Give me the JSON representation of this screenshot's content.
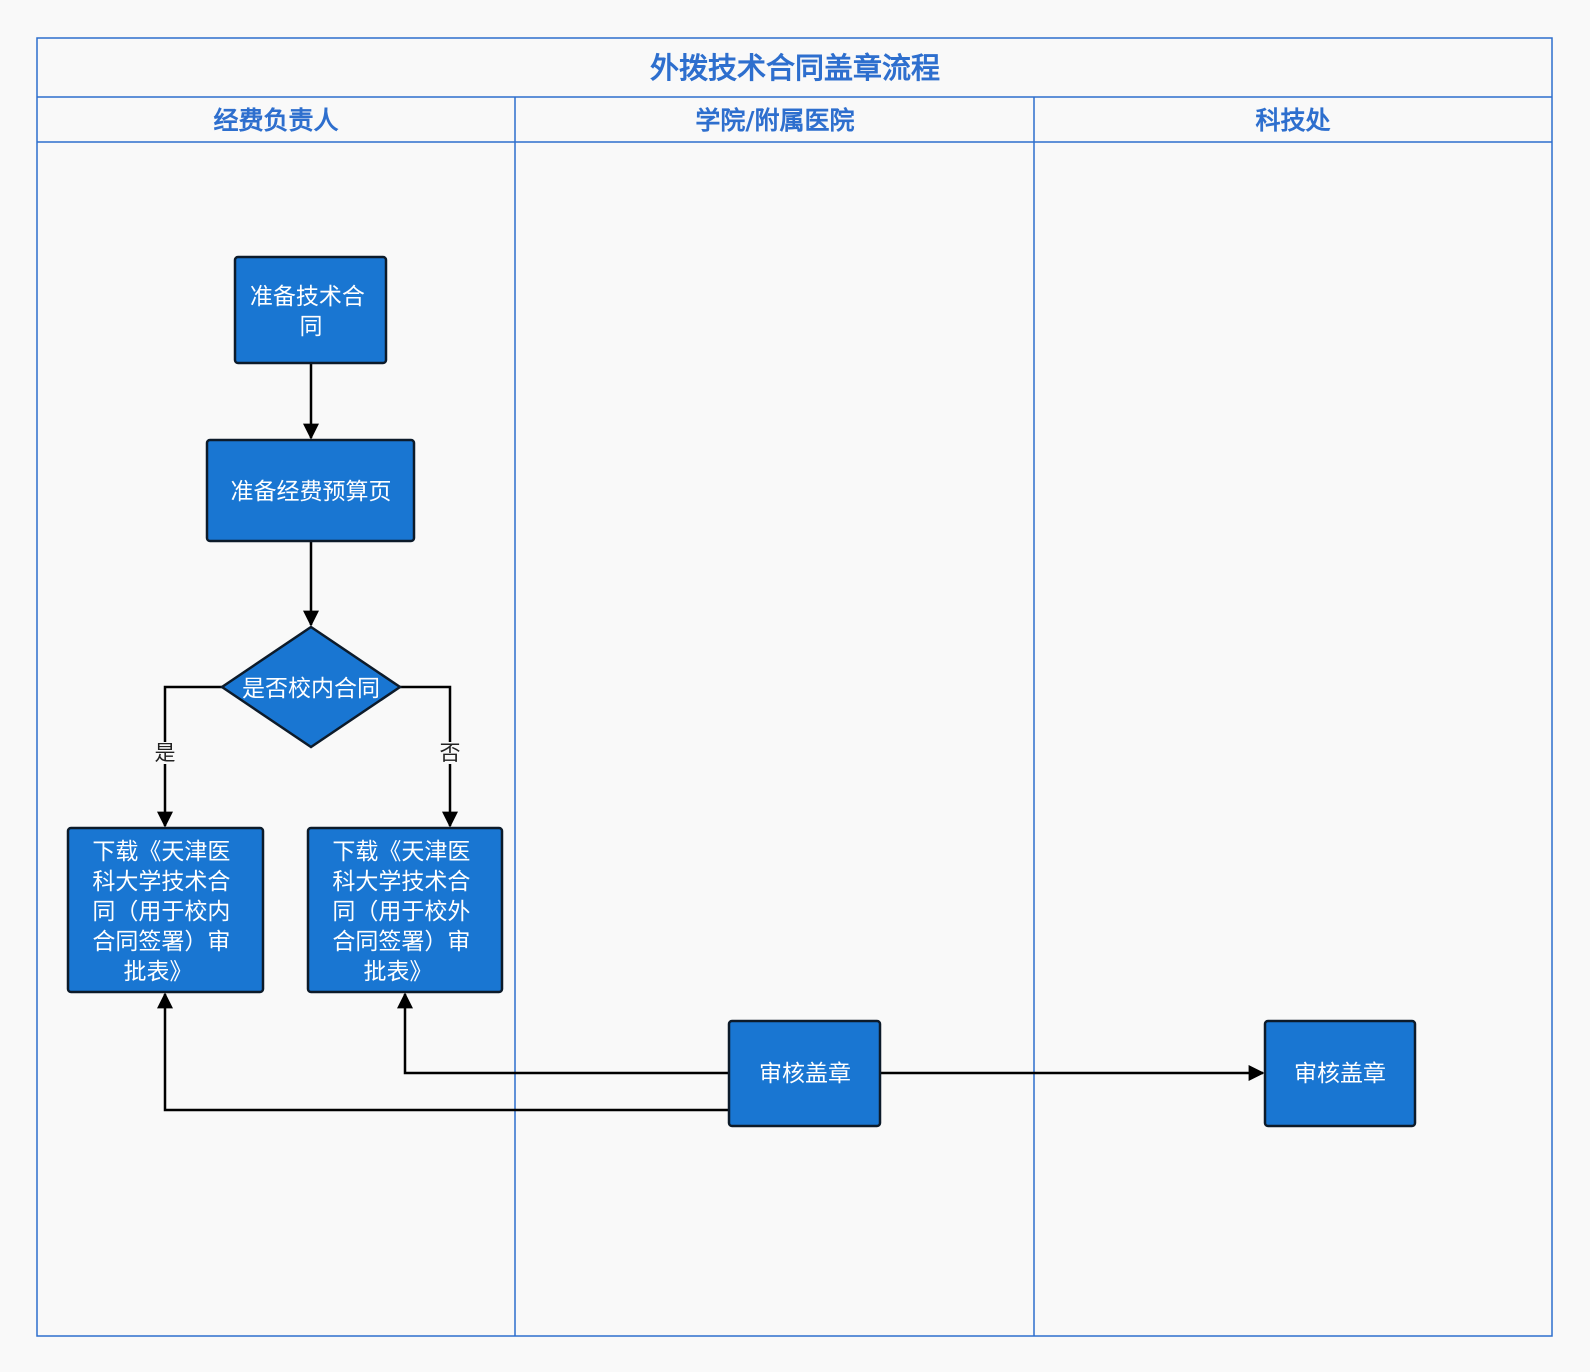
{
  "title": "外拨技术合同盖章流程",
  "lanes": [
    {
      "label": "经费负责人"
    },
    {
      "label": "学院/附属医院"
    },
    {
      "label": "科技处"
    }
  ],
  "nodes": {
    "prepare_contract": {
      "lines": [
        "准备技术合",
        "同"
      ]
    },
    "prepare_budget": {
      "lines": [
        "准备经费预算页"
      ]
    },
    "decision": {
      "lines": [
        "是否校内合同"
      ]
    },
    "download_internal": {
      "lines": [
        "下载《天津医",
        "科大学技术合",
        "同（用于校内",
        "合同签署）审",
        "批表》"
      ]
    },
    "download_external": {
      "lines": [
        "下载《天津医",
        "科大学技术合",
        "同（用于校外",
        "合同签署）审",
        "批表》"
      ]
    },
    "college_review": {
      "lines": [
        "审核盖章"
      ]
    },
    "office_review": {
      "lines": [
        "审核盖章"
      ]
    }
  },
  "edges": {
    "yes_label": "是",
    "no_label": "否"
  },
  "colors": {
    "lane_border": "#2e6fce",
    "header_text": "#2e6fce",
    "box_fill": "#1976d2",
    "box_border": "#0d1b2a",
    "edge": "#000000",
    "background": "#f9f9f9"
  }
}
